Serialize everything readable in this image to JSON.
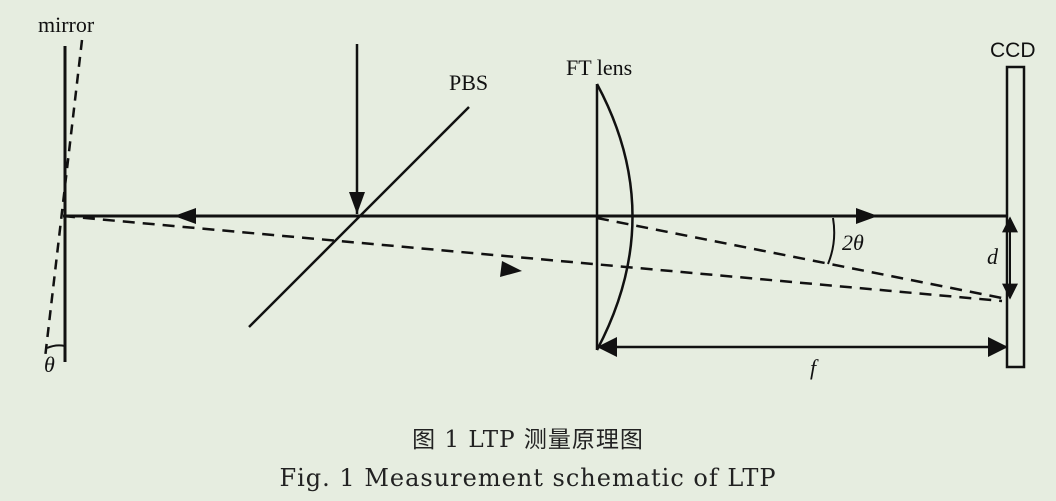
{
  "labels": {
    "mirror": "mirror",
    "pbs": "PBS",
    "ft_lens": "FT lens",
    "ccd": "CCD",
    "two_theta": "2θ",
    "theta": "θ",
    "d": "d",
    "f": "f"
  },
  "caption": {
    "zh": "图 1   LTP 测量原理图",
    "en": "Fig. 1   Measurement schematic of LTP"
  },
  "colors": {
    "background": "#e6ede0",
    "ink": "#111111"
  }
}
